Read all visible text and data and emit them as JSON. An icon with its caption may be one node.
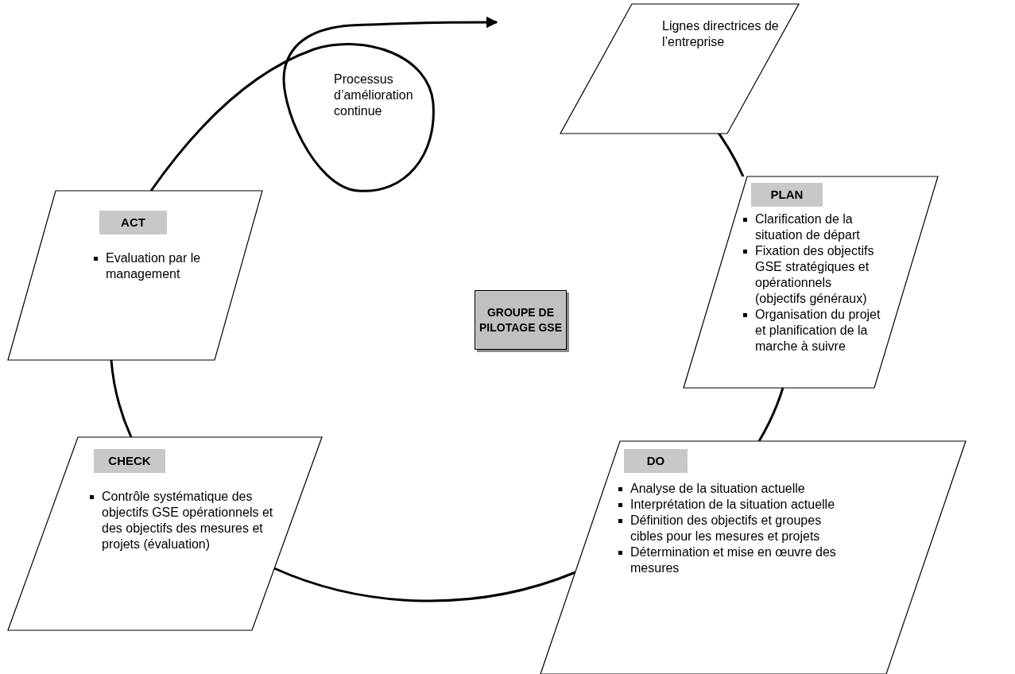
{
  "diagram": {
    "nodes": [
      {
        "text": [
          "Lignes directrices de l’entreprise"
        ]
      },
      {
        "text": [
          "PLAN",
          "Clarification de la situation de départ",
          "Fixation des objectifs GSE stratégiques et opérationnels (objectifs généraux)",
          "Organisation du projet et planification de la marche à suivre"
        ]
      },
      {
        "text": [
          "DO",
          "Analyse de la situation actuelle",
          "Interprétation de la situation actuelle",
          "Définition des objectifs et groupes cibles pour les mesures et projets",
          "Détermination et mise en œuvre des mesures"
        ]
      },
      {
        "text": [
          "CHECK",
          "Contrôle systématique des objectifs GSE opérationnels et des objectifs des mesures et projets (évaluation)"
        ]
      },
      {
        "text": [
          "ACT",
          "Evaluation par le management"
        ]
      },
      {
        "text": [
          "GROUPE DE PILOTAGE GSE"
        ]
      }
    ],
    "edges": [
      {
        "from": 0,
        "to": 1,
        "arrow": "none"
      },
      {
        "from": 1,
        "to": 2,
        "arrow": "none"
      },
      {
        "from": 2,
        "to": 3,
        "arrow": "none"
      },
      {
        "from": 3,
        "to": 4,
        "arrow": "none"
      },
      {
        "from": 4,
        "to": null,
        "arrow": "to"
      }
    ],
    "labels": [
      "Processus d’amélioration continue"
    ]
  }
}
